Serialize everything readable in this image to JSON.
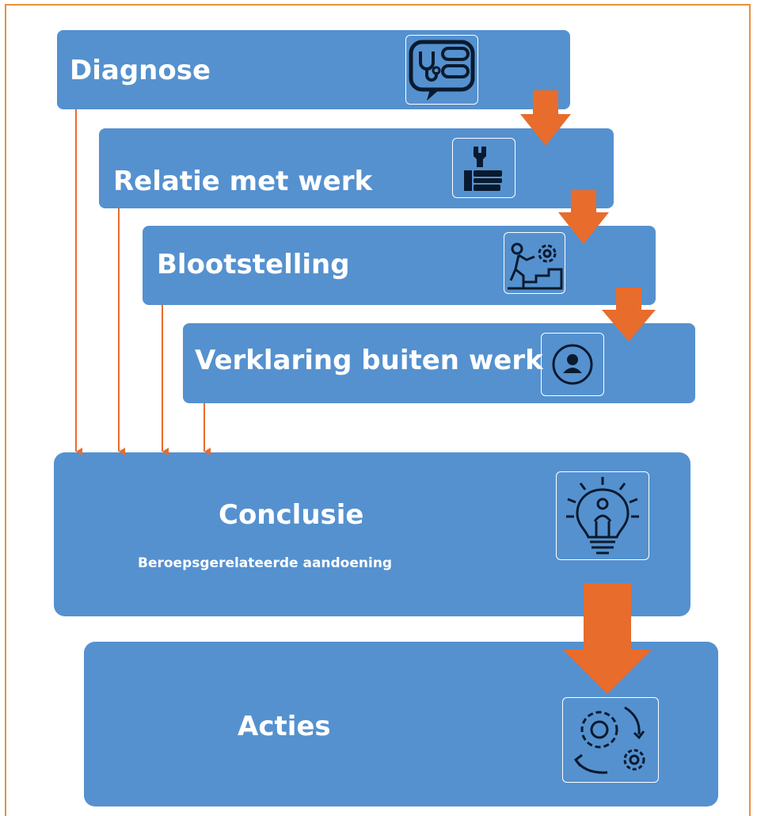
{
  "steps": {
    "diagnose": {
      "label": "Diagnose",
      "icon": "stethoscope-chat-icon"
    },
    "relatie": {
      "label": "Relatie met werk",
      "icon": "hand-wrench-icon"
    },
    "blootstelling": {
      "label": "Blootstelling",
      "icon": "person-pushing-gear-icon"
    },
    "verklaring": {
      "label": "Verklaring buiten werk",
      "icon": "person-circle-icon"
    },
    "conclusie": {
      "label": "Conclusie",
      "sublabel": "Beroepsgerelateerde aandoening",
      "icon": "lightbulb-person-icon"
    },
    "acties": {
      "label": "Acties",
      "icon": "gears-cycle-icon"
    }
  },
  "colors": {
    "box_fill": "#5591cf",
    "arrow": "#e86c2c",
    "frame": "#e8903a",
    "text": "#ffffff",
    "icon_ink": "#0a1a2e"
  }
}
